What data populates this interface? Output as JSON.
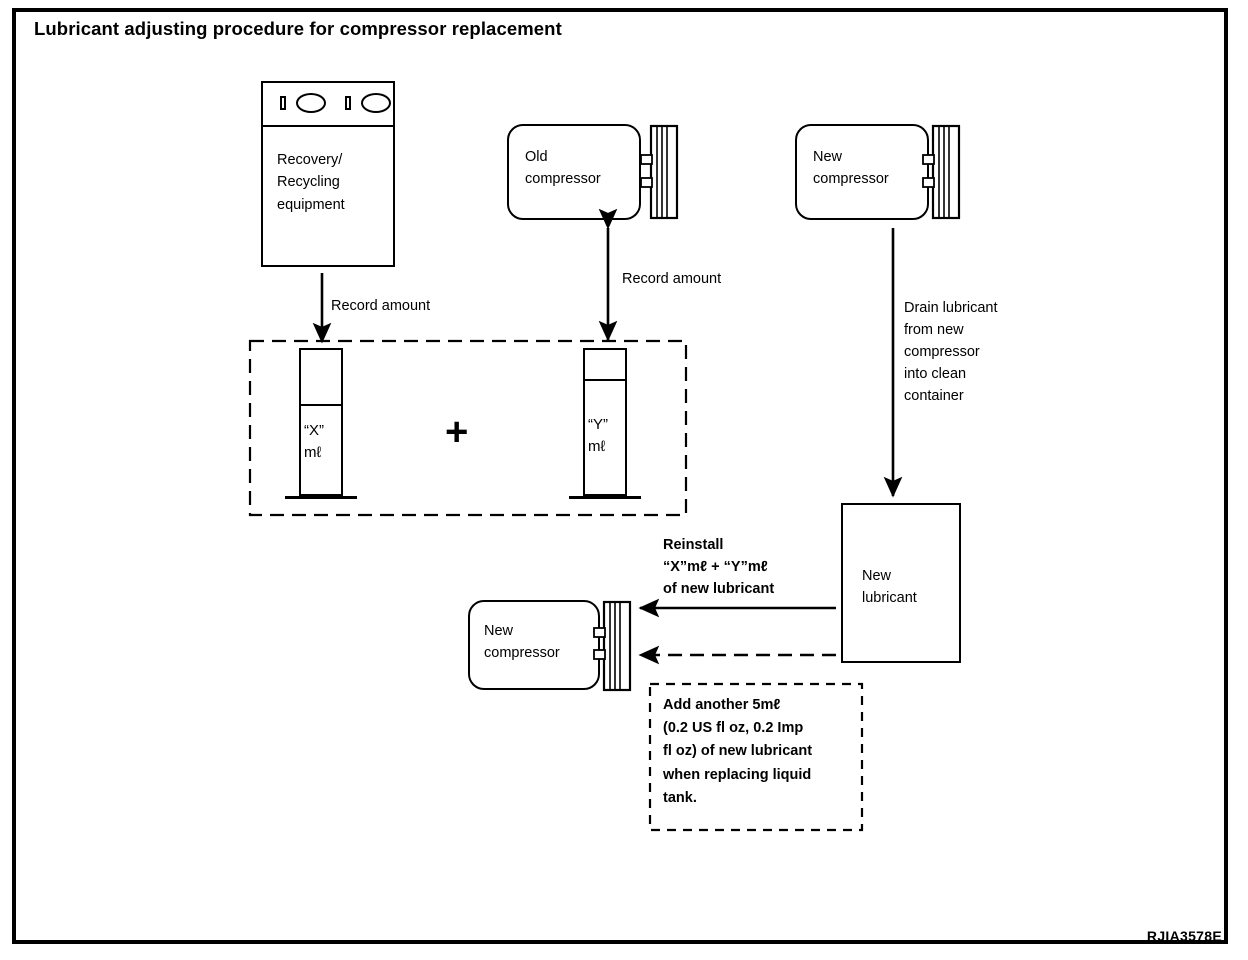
{
  "figure": {
    "title": "Lubricant adjusting procedure for compressor replacement",
    "code": "RJIA3578E"
  },
  "nodes": {
    "recovery_equipment": {
      "label": "Recovery/\nRecycling\nequipment"
    },
    "old_compressor": {
      "label": "Old\ncompressor"
    },
    "new_compressor_top": {
      "label": "New\ncompressor"
    },
    "new_compressor_bottom": {
      "label": "New\ncompressor"
    },
    "new_lubricant_container": {
      "label": "New\nlubricant"
    },
    "cylinder_x": {
      "label": "“X”\nmℓ",
      "quantity": "X",
      "unit": "mℓ"
    },
    "cylinder_y": {
      "label": "“Y”\nmℓ",
      "quantity": "Y",
      "unit": "mℓ"
    },
    "sum_operator": "+"
  },
  "annotations": {
    "record_amount_recovery": "Record amount",
    "record_amount_old": "Record amount",
    "drain_lubricant": "Drain lubricant\nfrom new\ncompressor\ninto clean\ncontainer",
    "reinstall": {
      "line1": "Reinstall",
      "line2": "“X”mℓ  +  “Y”mℓ",
      "line3": "of new lubricant"
    },
    "note_box": "Add another 5mℓ\n(0.2 US fl oz, 0.2 Imp\n fl oz) of new lubricant\nwhen replacing liquid\ntank."
  },
  "colors": {
    "line": "#000000",
    "background": "#ffffff"
  }
}
